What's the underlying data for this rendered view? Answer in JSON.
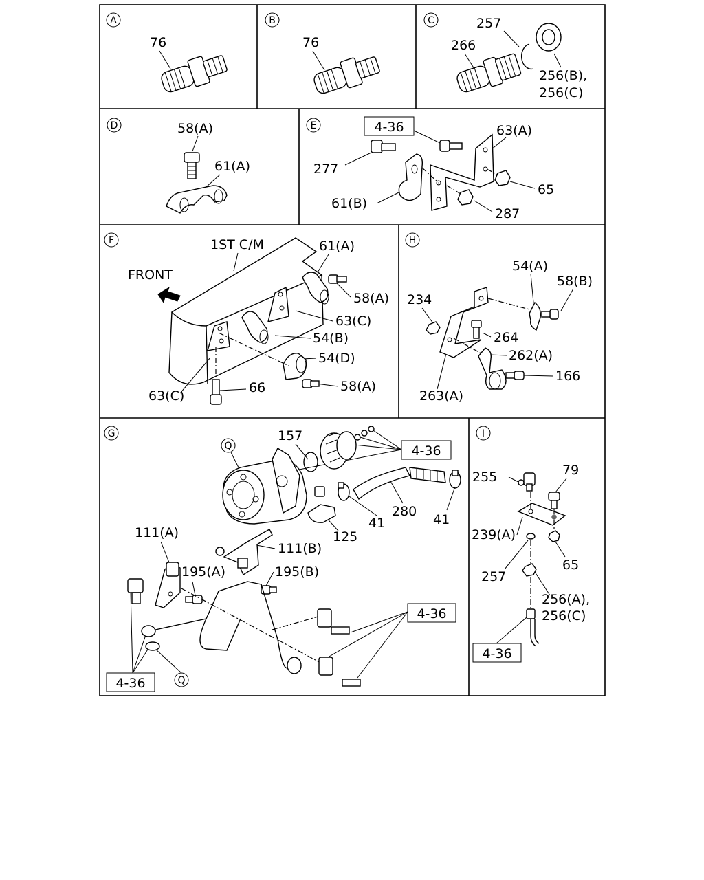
{
  "panels": {
    "A": {
      "letter": "A",
      "labels": [
        "76"
      ]
    },
    "B": {
      "letter": "B",
      "labels": [
        "76"
      ]
    },
    "C": {
      "letter": "C",
      "labels": [
        "257",
        "266",
        "256(B),",
        "256(C)"
      ]
    },
    "D": {
      "letter": "D",
      "labels": [
        "58(A)",
        "61(A)"
      ]
    },
    "E": {
      "letter": "E",
      "labels": [
        "4-36",
        "63(A)",
        "277",
        "65",
        "61(B)",
        "287"
      ]
    },
    "F": {
      "letter": "F",
      "labels": [
        "1ST C/M",
        "FRONT",
        "61(A)",
        "58(A)",
        "63(C)",
        "54(B)",
        "54(D)",
        "58(A)",
        "63(C)",
        "66"
      ]
    },
    "H": {
      "letter": "H",
      "labels": [
        "54(A)",
        "58(B)",
        "234",
        "264",
        "262(A)",
        "166",
        "263(A)"
      ]
    },
    "G": {
      "letter": "G",
      "labels": [
        "Q",
        "157",
        "4-36",
        "41",
        "280",
        "41",
        "125",
        "111(A)",
        "111(B)",
        "195(A)",
        "195(B)",
        "4-36",
        "4-36",
        "Q"
      ]
    },
    "I": {
      "letter": "I",
      "labels": [
        "79",
        "255",
        "239(A)",
        "65",
        "257",
        "256(A),",
        "256(C)",
        "4-36"
      ]
    }
  }
}
